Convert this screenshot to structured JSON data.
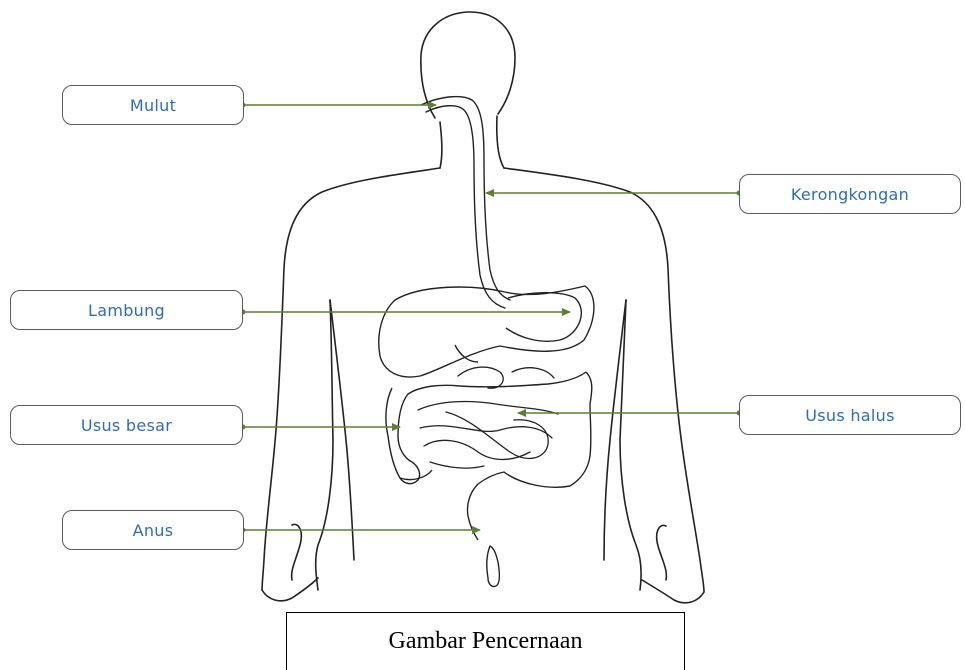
{
  "labels": {
    "mulut": "Mulut",
    "kerongkongan": "Kerongkongan",
    "lambung": "Lambung",
    "usus_besar": "Usus besar",
    "usus_halus": "Usus halus",
    "anus": "Anus"
  },
  "caption": "Gambar Pencernaan",
  "colors": {
    "label_text": "#2e6db4",
    "pointer": "#5f7d35",
    "outline": "#222222"
  }
}
